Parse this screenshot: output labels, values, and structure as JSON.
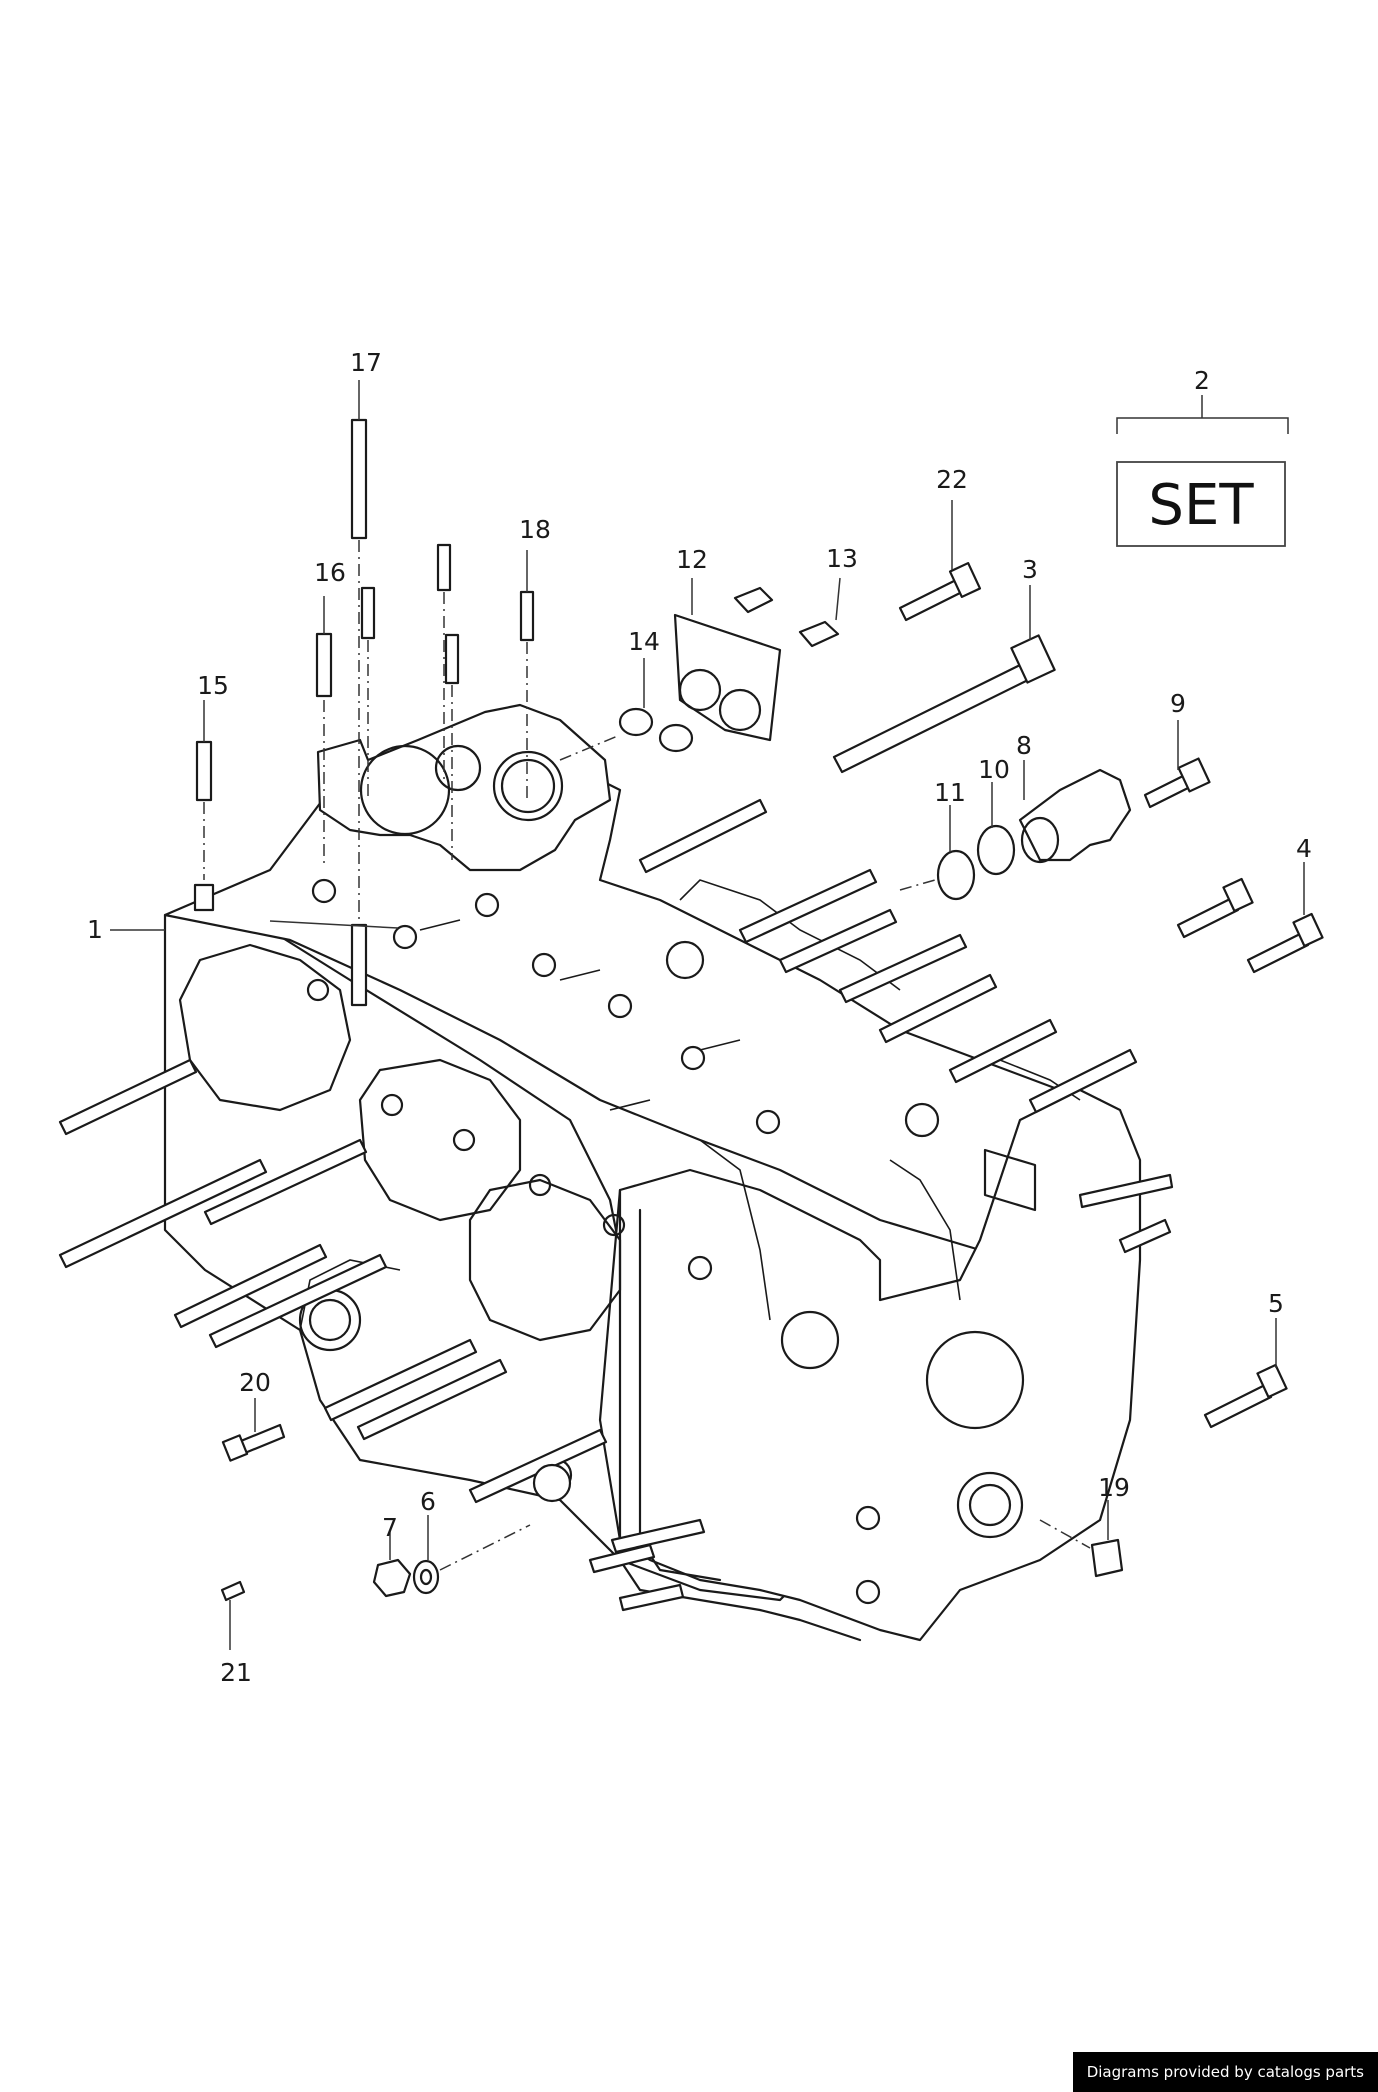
{
  "set_box": {
    "label": "SET",
    "bracket_callout": "2"
  },
  "callouts": [
    "1",
    "2",
    "3",
    "4",
    "5",
    "6",
    "7",
    "8",
    "9",
    "10",
    "11",
    "12",
    "13",
    "14",
    "15",
    "16",
    "17",
    "18",
    "19",
    "20",
    "21",
    "22"
  ],
  "footer": {
    "text": "Diagrams provided by catalogs parts"
  }
}
